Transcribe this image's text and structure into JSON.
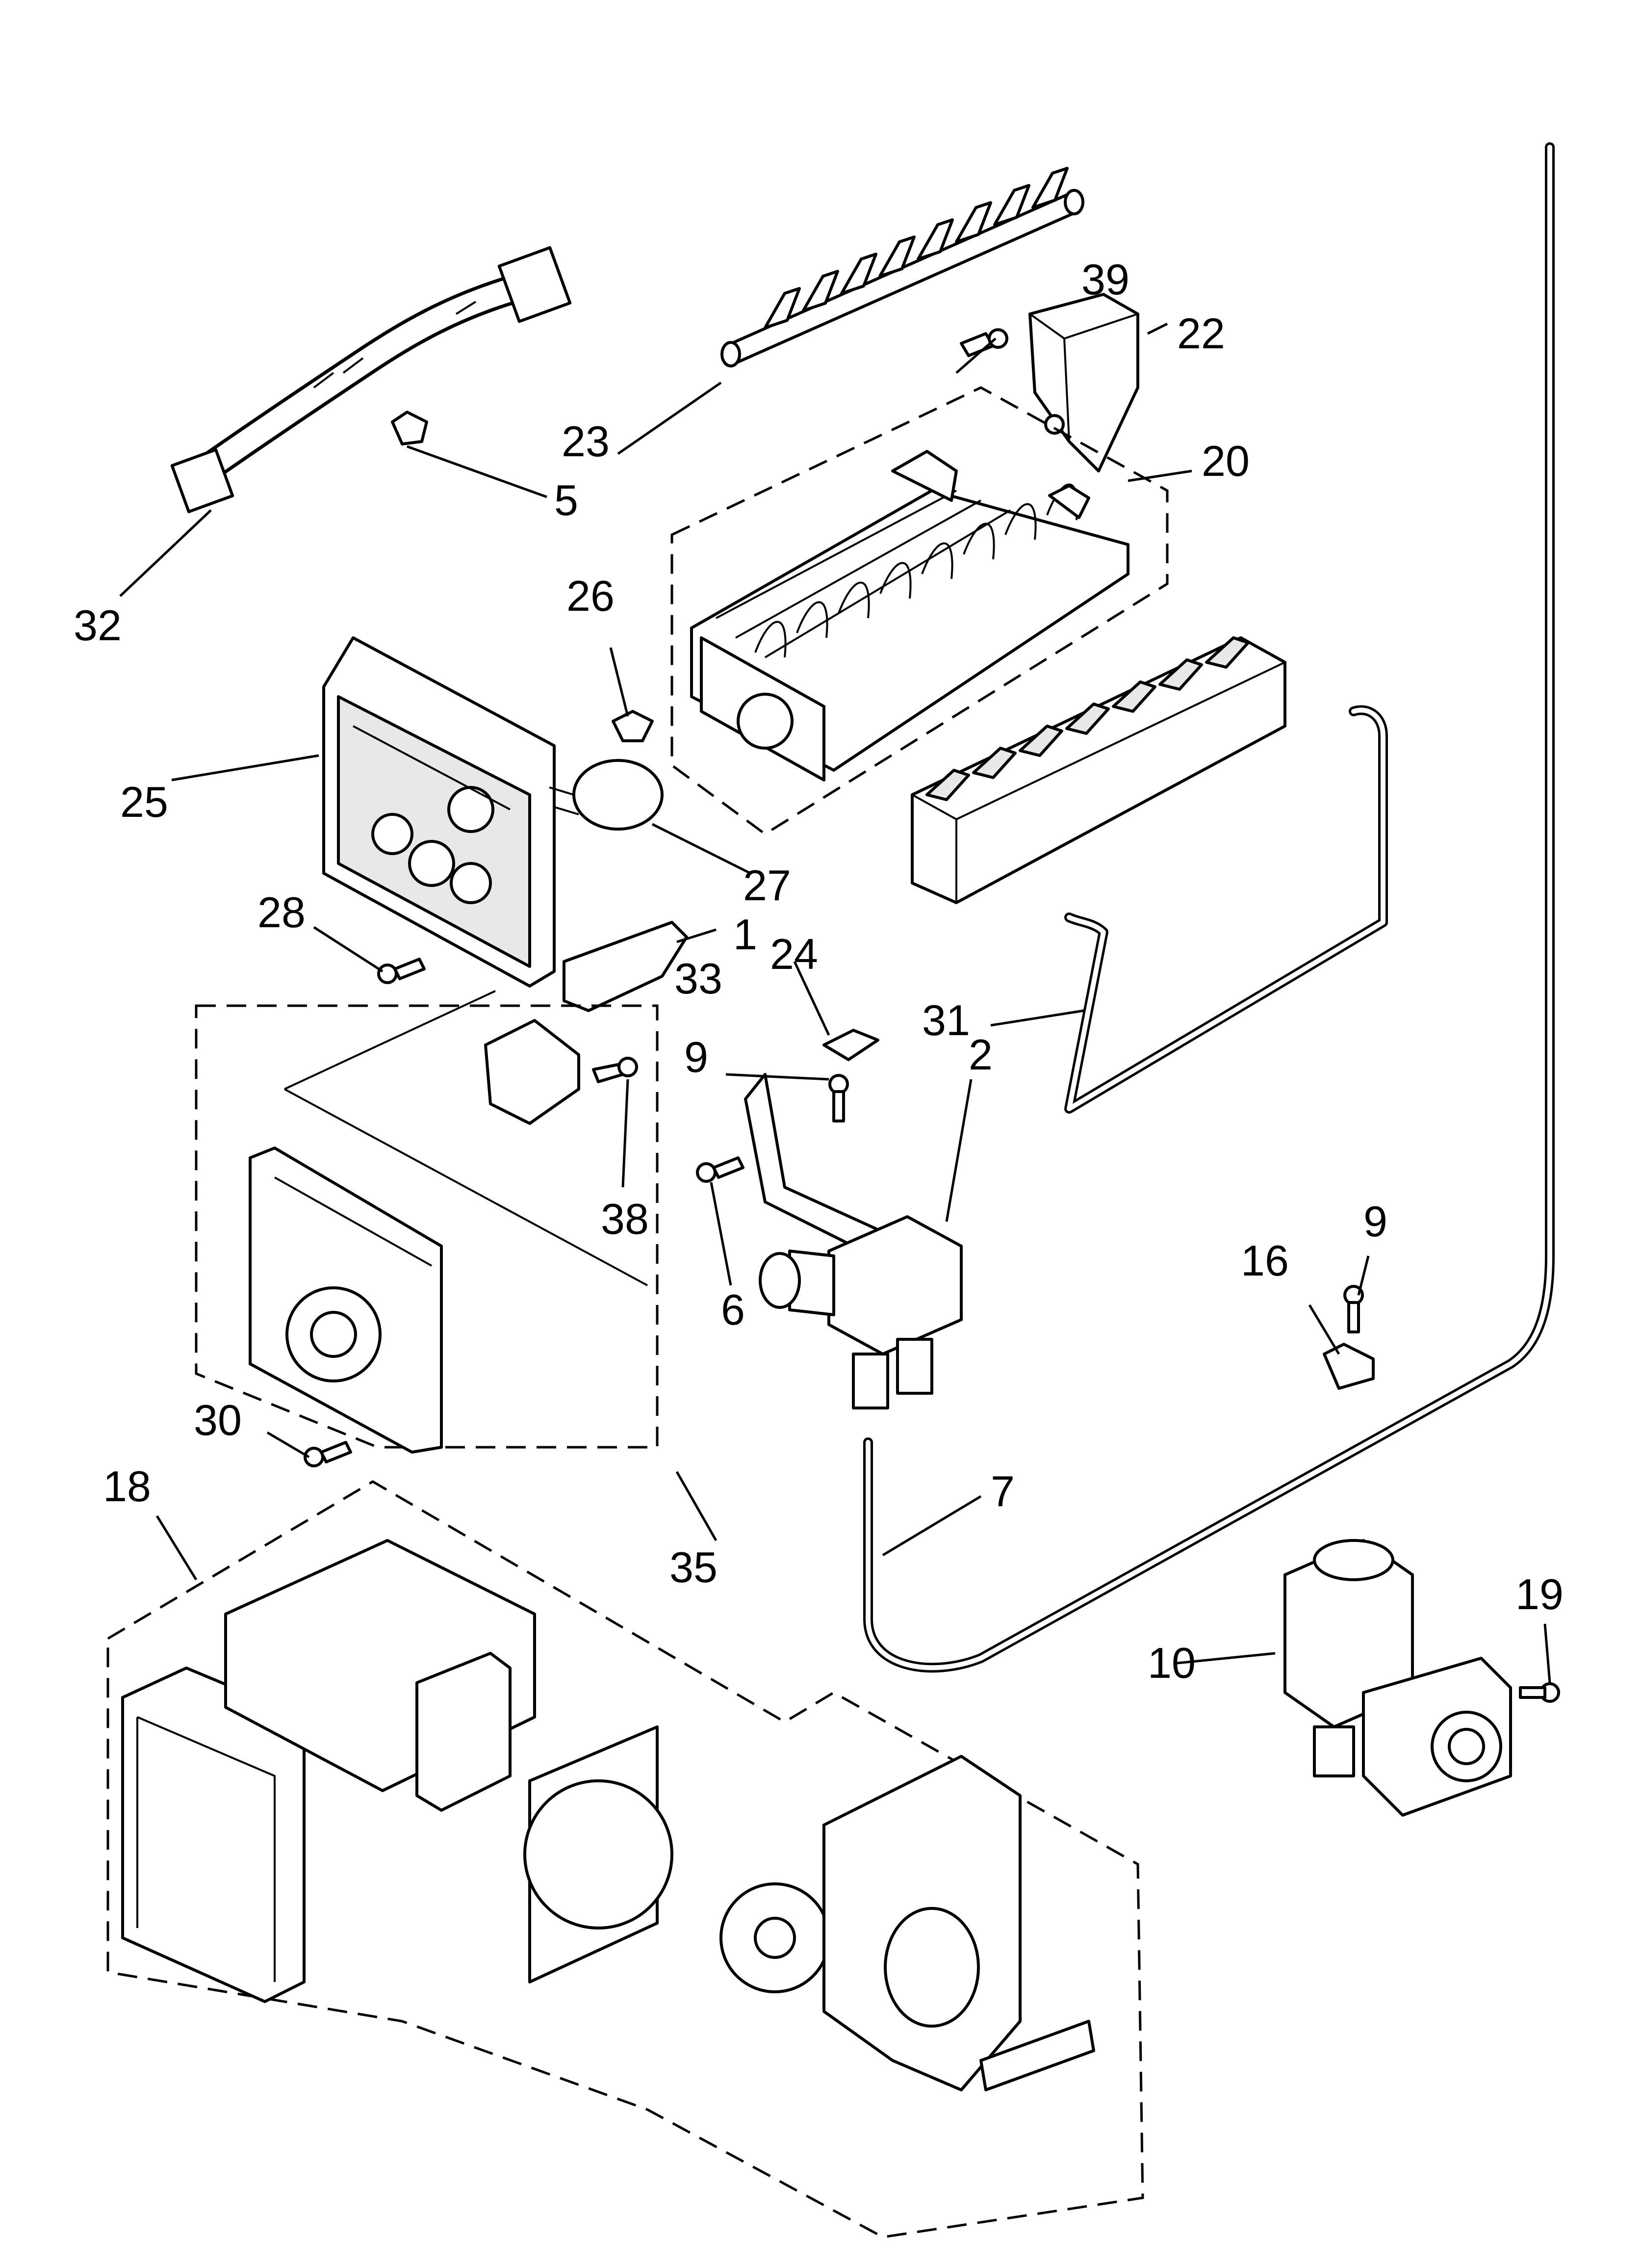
{
  "callouts": [
    {
      "id": "1",
      "label": "1"
    },
    {
      "id": "2",
      "label": "2"
    },
    {
      "id": "5",
      "label": "5"
    },
    {
      "id": "6",
      "label": "6"
    },
    {
      "id": "7",
      "label": "7"
    },
    {
      "id": "9a",
      "label": "9"
    },
    {
      "id": "9b",
      "label": "9"
    },
    {
      "id": "10",
      "label": "10"
    },
    {
      "id": "16",
      "label": "16"
    },
    {
      "id": "18",
      "label": "18"
    },
    {
      "id": "19",
      "label": "19"
    },
    {
      "id": "20",
      "label": "20"
    },
    {
      "id": "22",
      "label": "22"
    },
    {
      "id": "23",
      "label": "23"
    },
    {
      "id": "24",
      "label": "24"
    },
    {
      "id": "25",
      "label": "25"
    },
    {
      "id": "26",
      "label": "26"
    },
    {
      "id": "27",
      "label": "27"
    },
    {
      "id": "28",
      "label": "28"
    },
    {
      "id": "30",
      "label": "30"
    },
    {
      "id": "31",
      "label": "31"
    },
    {
      "id": "32",
      "label": "32"
    },
    {
      "id": "33",
      "label": "33"
    },
    {
      "id": "35",
      "label": "35"
    },
    {
      "id": "38",
      "label": "38"
    },
    {
      "id": "39",
      "label": "39"
    }
  ]
}
